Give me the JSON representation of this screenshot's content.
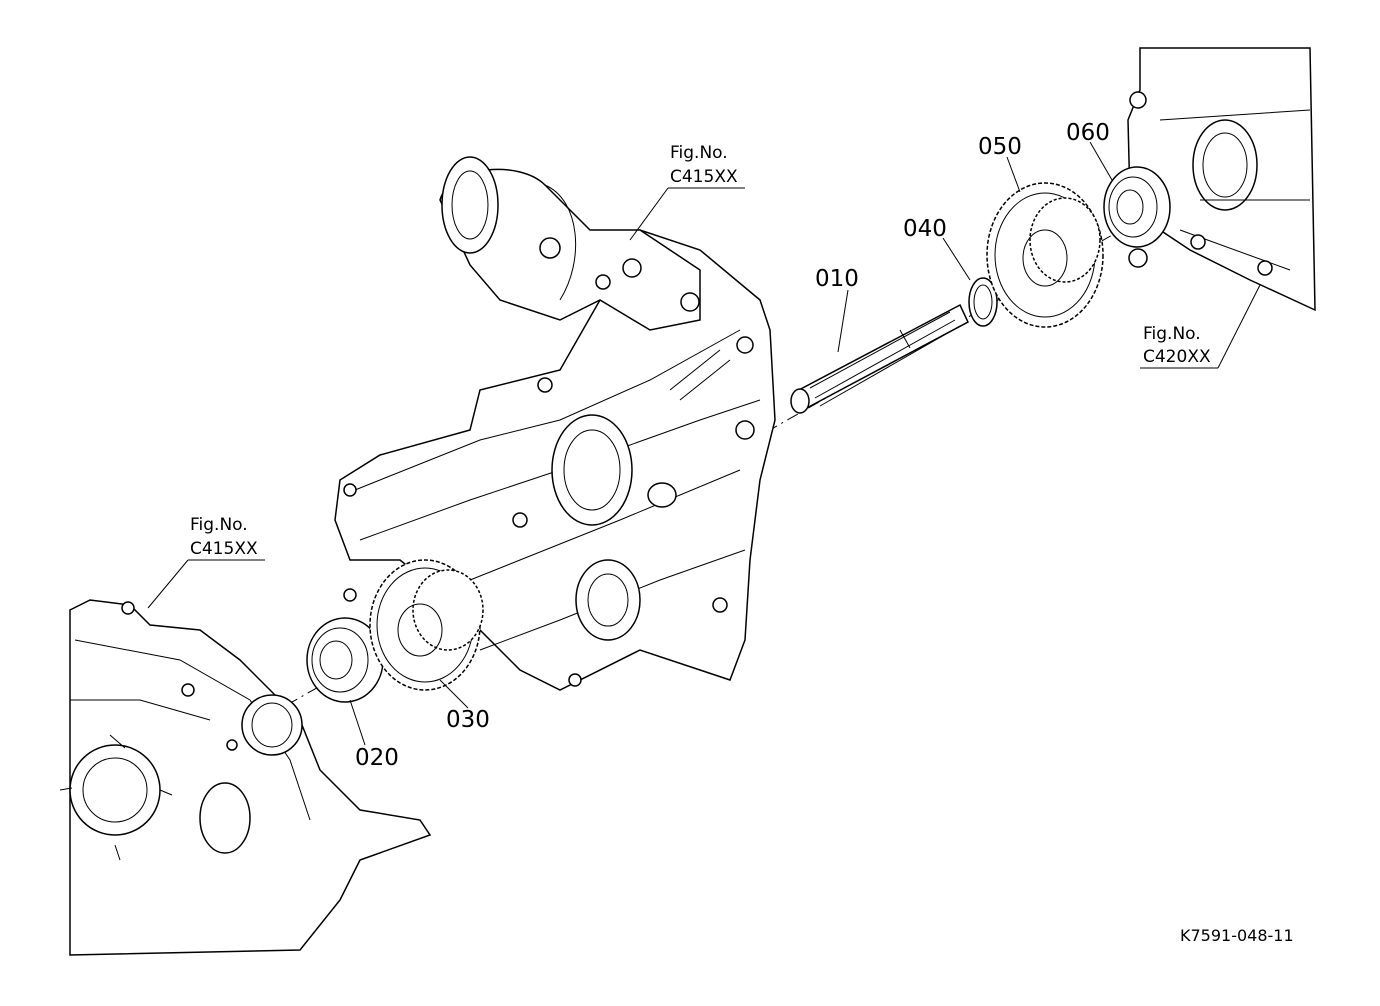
{
  "parts": {
    "p010": "010",
    "p020": "020",
    "p030": "030",
    "p040": "040",
    "p050": "050",
    "p060": "060"
  },
  "fig_refs": {
    "upper": {
      "label": "Fig.No.",
      "code": "C415XX"
    },
    "left": {
      "label": "Fig.No.",
      "code": "C415XX"
    },
    "right": {
      "label": "Fig.No.",
      "code": "C420XX"
    }
  },
  "drawing_code": "K7591-048-11"
}
